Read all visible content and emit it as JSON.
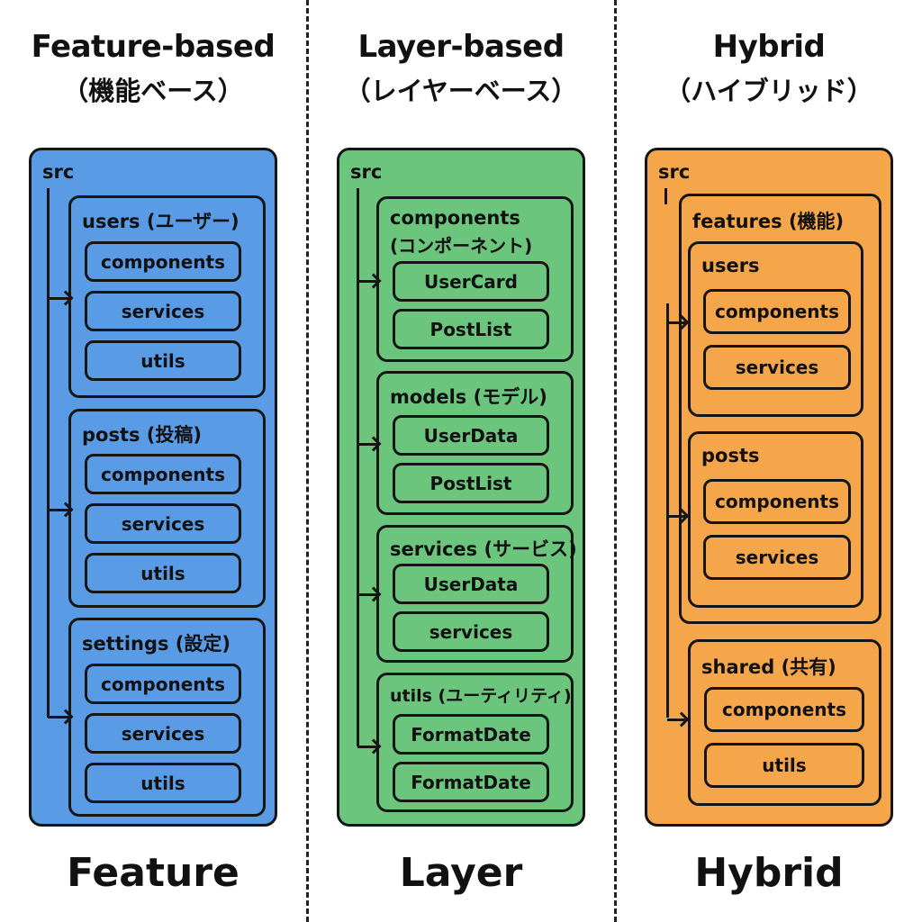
{
  "colors": {
    "feature": "#5a9be6",
    "layer": "#6cc57c",
    "hybrid": "#f5a64a",
    "outline": "#151515"
  },
  "columns": [
    {
      "title": "Feature-based",
      "subtitle": "（機能ベース）",
      "footer": "Feature",
      "root": "src",
      "groups": [
        {
          "label": "users (ユーザー)",
          "items": [
            "components",
            "services",
            "utils"
          ]
        },
        {
          "label": "posts (投稿)",
          "items": [
            "components",
            "services",
            "utils"
          ]
        },
        {
          "label": "settings (設定)",
          "items": [
            "components",
            "services",
            "utils"
          ]
        }
      ]
    },
    {
      "title": "Layer-based",
      "subtitle": "（レイヤーベース）",
      "footer": "Layer",
      "root": "src",
      "groups": [
        {
          "label": "components",
          "label2": "(コンポーネント)",
          "items": [
            "UserCard",
            "PostList"
          ]
        },
        {
          "label": "models (モデル)",
          "items": [
            "UserData",
            "PostList"
          ]
        },
        {
          "label": "services (サービス)",
          "items": [
            "UserData",
            "services"
          ]
        },
        {
          "label": "utils (ユーティリティ)",
          "items": [
            "FormatDate",
            "FormatDate"
          ]
        }
      ]
    },
    {
      "title": "Hybrid",
      "subtitle": "（ハイブリッド）",
      "footer": "Hybrid",
      "root": "src",
      "features": {
        "label": "features (機能)",
        "groups": [
          {
            "label": "users",
            "items": [
              "components",
              "services"
            ]
          },
          {
            "label": "posts",
            "items": [
              "components",
              "services"
            ]
          }
        ]
      },
      "shared": {
        "label": "shared (共有)",
        "items": [
          "components",
          "utils"
        ]
      }
    }
  ]
}
